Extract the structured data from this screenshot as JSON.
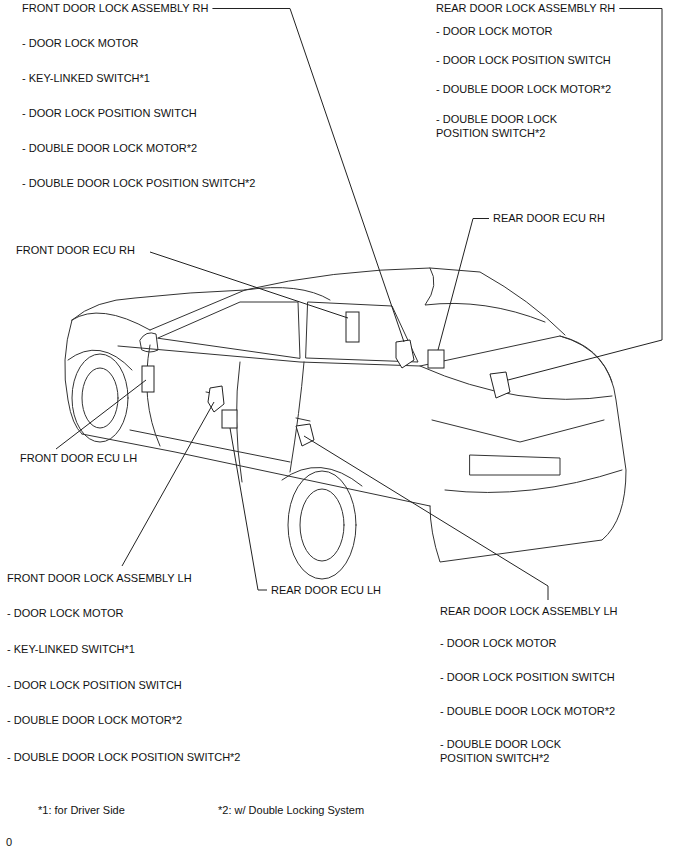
{
  "diagram": {
    "labels": [
      "FRONT DOOR LOCK ASSEMBLY RH",
      "- DOOR LOCK MOTOR",
      "- KEY-LINKED SWITCH*1",
      "- DOOR LOCK POSITION SWITCH",
      "- DOUBLE DOOR LOCK MOTOR*2",
      "- DOUBLE DOOR LOCK POSITION SWITCH*2",
      "REAR DOOR LOCK ASSEMBLY RH",
      "- DOOR LOCK MOTOR",
      "- DOOR LOCK POSITION SWITCH",
      "- DOUBLE DOOR LOCK MOTOR*2",
      "- DOUBLE DOOR LOCK POSITION SWITCH*2",
      "REAR DOOR ECU RH",
      "FRONT DOOR ECU RH",
      "FRONT DOOR ECU LH",
      "FRONT DOOR LOCK ASSEMBLY LH",
      "- DOOR LOCK MOTOR",
      "- KEY-LINKED SWITCH*1",
      "- DOOR LOCK POSITION SWITCH",
      "- DOUBLE DOOR LOCK MOTOR*2",
      "- DOUBLE DOOR LOCK POSITION SWITCH*2",
      "REAR DOOR ECU LH",
      "REAR DOOR LOCK ASSEMBLY LH",
      "- DOOR LOCK MOTOR",
      "- DOOR LOCK POSITION SWITCH",
      "- DOUBLE DOOR LOCK MOTOR*2",
      "- DOUBLE DOOR LOCK POSITION SWITCH*2",
      "*1: for Driver Side",
      "*2: w/ Double Locking System",
      "0"
    ]
  }
}
